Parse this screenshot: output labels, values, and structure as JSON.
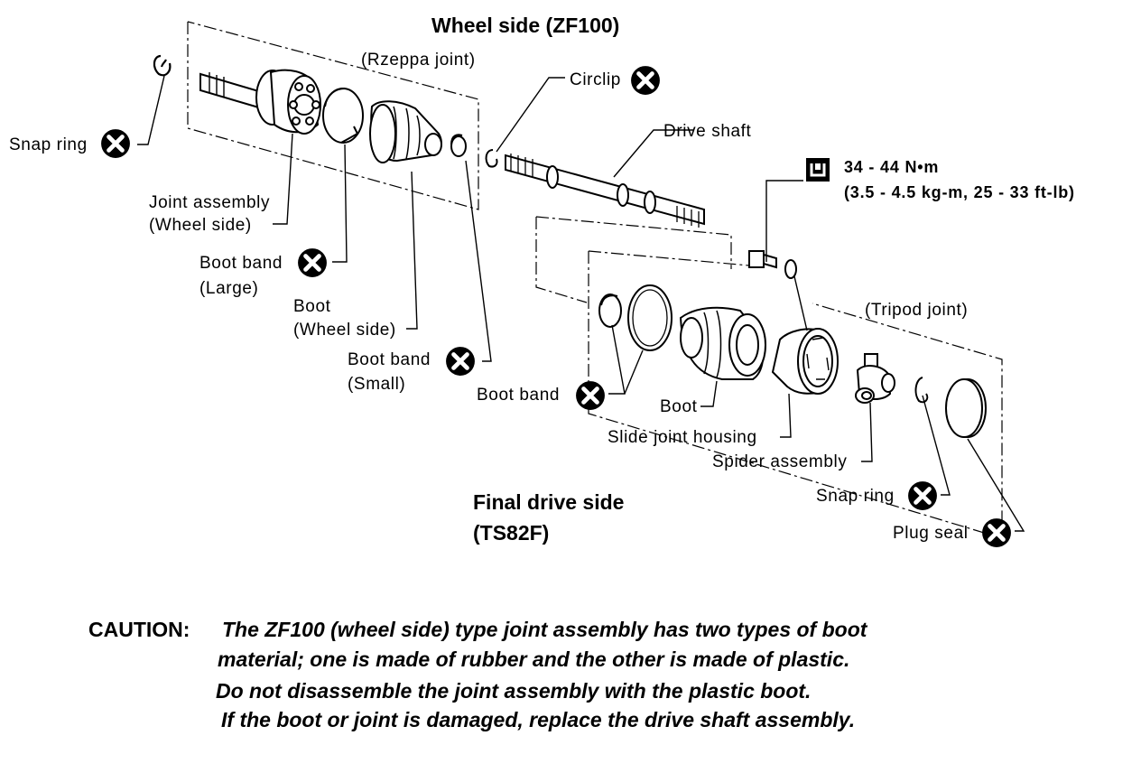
{
  "headings": {
    "wheel_side": "Wheel side (ZF100)",
    "rzeppa": "(Rzeppa joint)",
    "tripod": "(Tripod joint)",
    "final_drive_1": "Final drive side",
    "final_drive_2": "(TS82F)"
  },
  "labels": {
    "snap_ring_left": "Snap ring",
    "joint_assembly_1": "Joint assembly",
    "joint_assembly_2": "(Wheel side)",
    "boot_band_large_1": "Boot band",
    "boot_band_large_2": "(Large)",
    "boot_wheel_1": "Boot",
    "boot_wheel_2": "(Wheel side)",
    "boot_band_small_1": "Boot band",
    "boot_band_small_2": "(Small)",
    "circlip": "Circlip",
    "drive_shaft": "Drive shaft",
    "torque_1": "34 - 44 N•m",
    "torque_2": "(3.5 - 4.5 kg-m, 25 - 33 ft-lb)",
    "boot_band_final": "Boot band",
    "boot_final": "Boot",
    "slide_joint_housing": "Slide joint housing",
    "spider_assembly": "Spider assembly",
    "snap_ring_right": "Snap ring",
    "plug_seal": "Plug seal"
  },
  "caution": {
    "head": "CAUTION:",
    "line1": "The ZF100 (wheel side) type joint assembly has two types of boot",
    "line2": "material; one is made of rubber and the other is made of plastic.",
    "line3": "Do not disassemble the joint assembly with the plastic boot.",
    "line4": "If the boot or joint is damaged, replace the drive shaft assembly."
  },
  "icons": [
    "replace-part-icon",
    "torque-wrench-icon"
  ]
}
